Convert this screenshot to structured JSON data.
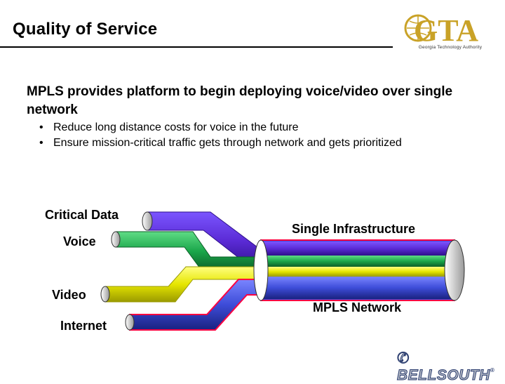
{
  "slide": {
    "title": "Quality of Service",
    "main_bullet": "MPLS provides platform to begin deploying voice/video over single network",
    "sub_bullets": [
      "Reduce long distance costs for voice in the future",
      "Ensure mission-critical traffic gets through network and gets prioritized"
    ],
    "bullet_glyph": "•"
  },
  "logo": {
    "letters": "GTA",
    "tagline": "Georgia Technology Authority",
    "color": "#c9a227"
  },
  "diagram": {
    "inputs": [
      "Critical Data",
      "Voice",
      "Video",
      "Internet"
    ],
    "center_label": "Single Infrastructure",
    "bottom_label": "MPLS Network",
    "colors": {
      "critical_data": "#5b2bd6",
      "voice": "#1aa64a",
      "video": "#e6e600",
      "internet": "#3d4cd8",
      "outline": "#ff0040"
    }
  },
  "footer": {
    "brand": "BELLSOUTH",
    "trademark": "®"
  }
}
